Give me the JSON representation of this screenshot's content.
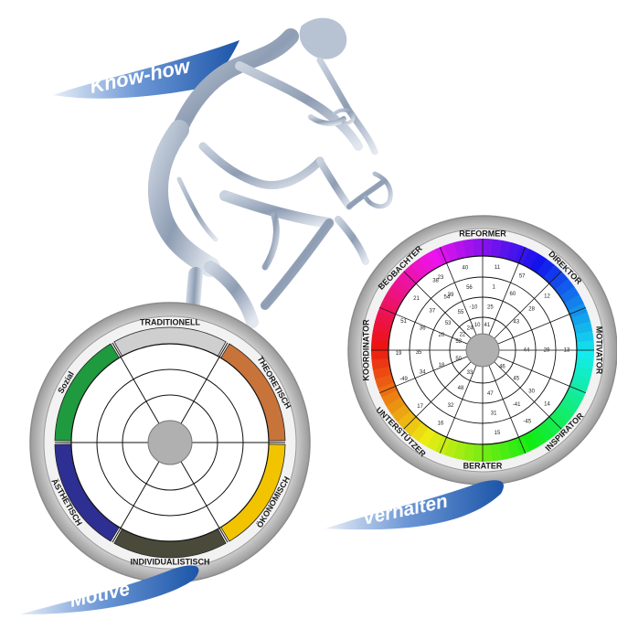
{
  "banners": {
    "knowhow": "Know-how",
    "motive": "Motive",
    "verhalten": "Verhalten"
  },
  "motive_wheel": {
    "segments": [
      {
        "label": "TRADITIONELL",
        "color": "#cfcfcf"
      },
      {
        "label": "THEORETISCH",
        "color": "#c8733a"
      },
      {
        "label": "ÖKONOMISCH",
        "color": "#f2c400"
      },
      {
        "label": "INDIVIDUALISTISCH",
        "color": "#4a4a3a"
      },
      {
        "label": "ÄSTHETISCH",
        "color": "#2e2f92"
      },
      {
        "label": "Sozial",
        "color": "#1f9a3e"
      }
    ]
  },
  "behavior_wheel": {
    "labels": [
      "REFORMER",
      "DIREKTOR",
      "MOTIVATOR",
      "INSPIRATOR",
      "BERATER",
      "UNTERSTÜTZER",
      "KOORDINATOR",
      "BEOBACHTER"
    ],
    "sector_numbers": [
      [
        "11",
        "1",
        "25",
        "41",
        "57",
        "60"
      ],
      [
        "12",
        "28",
        "43"
      ],
      [
        "13",
        "29",
        "44"
      ],
      [
        "14",
        "30",
        "45",
        "46",
        "-45",
        "-41"
      ],
      [
        "15",
        "31",
        "47"
      ],
      [
        "16",
        "32",
        "48",
        "33",
        "17"
      ],
      [
        "-49",
        "34",
        "18",
        "50",
        "19",
        "35"
      ],
      [
        "51",
        "36",
        "20",
        "52",
        "21",
        "37",
        "53",
        "22",
        "38",
        "54"
      ],
      [
        "23",
        "39",
        "55",
        "24",
        "40",
        "56",
        "-10",
        "10"
      ]
    ]
  },
  "colors": {
    "banner_blue": "#1f5fb0",
    "rider": "#8f9fb8"
  }
}
